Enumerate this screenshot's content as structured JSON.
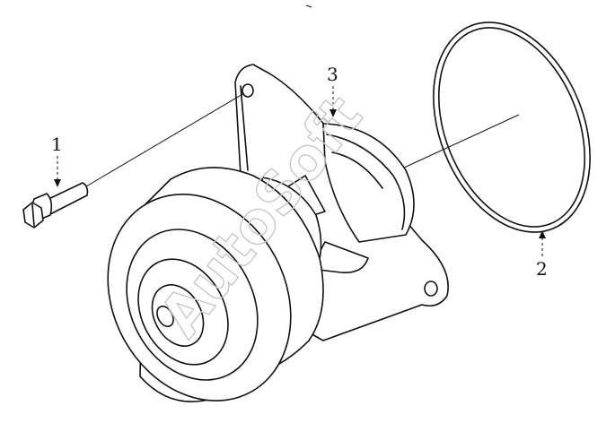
{
  "callouts": {
    "one": "1",
    "two": "2",
    "three": "3"
  },
  "watermark": "AutoSoft"
}
